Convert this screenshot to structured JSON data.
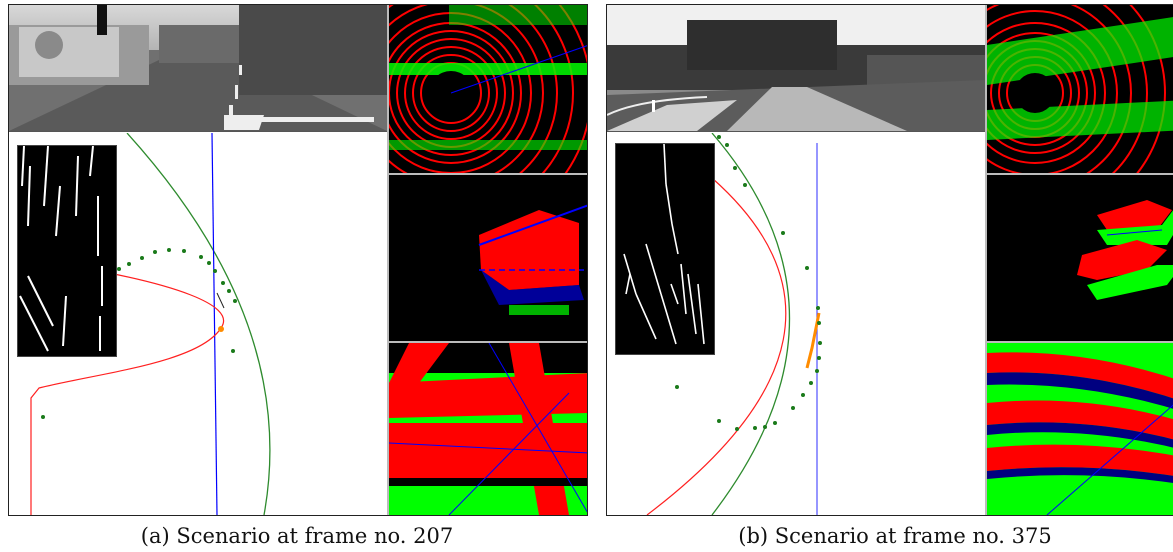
{
  "figure": {
    "panels": [
      {
        "id": "a",
        "caption": "(a) Scenario at frame no. 207"
      },
      {
        "id": "b",
        "caption": "(b) Scenario at frame no. 375"
      }
    ],
    "colors": {
      "red_class": "#ff0000",
      "green_class": "#00ff00",
      "blue_lines": "#0000ff",
      "fit_green": "#2e8b2e",
      "fit_red": "#ff2020",
      "dots": "#1a7a1a"
    }
  }
}
